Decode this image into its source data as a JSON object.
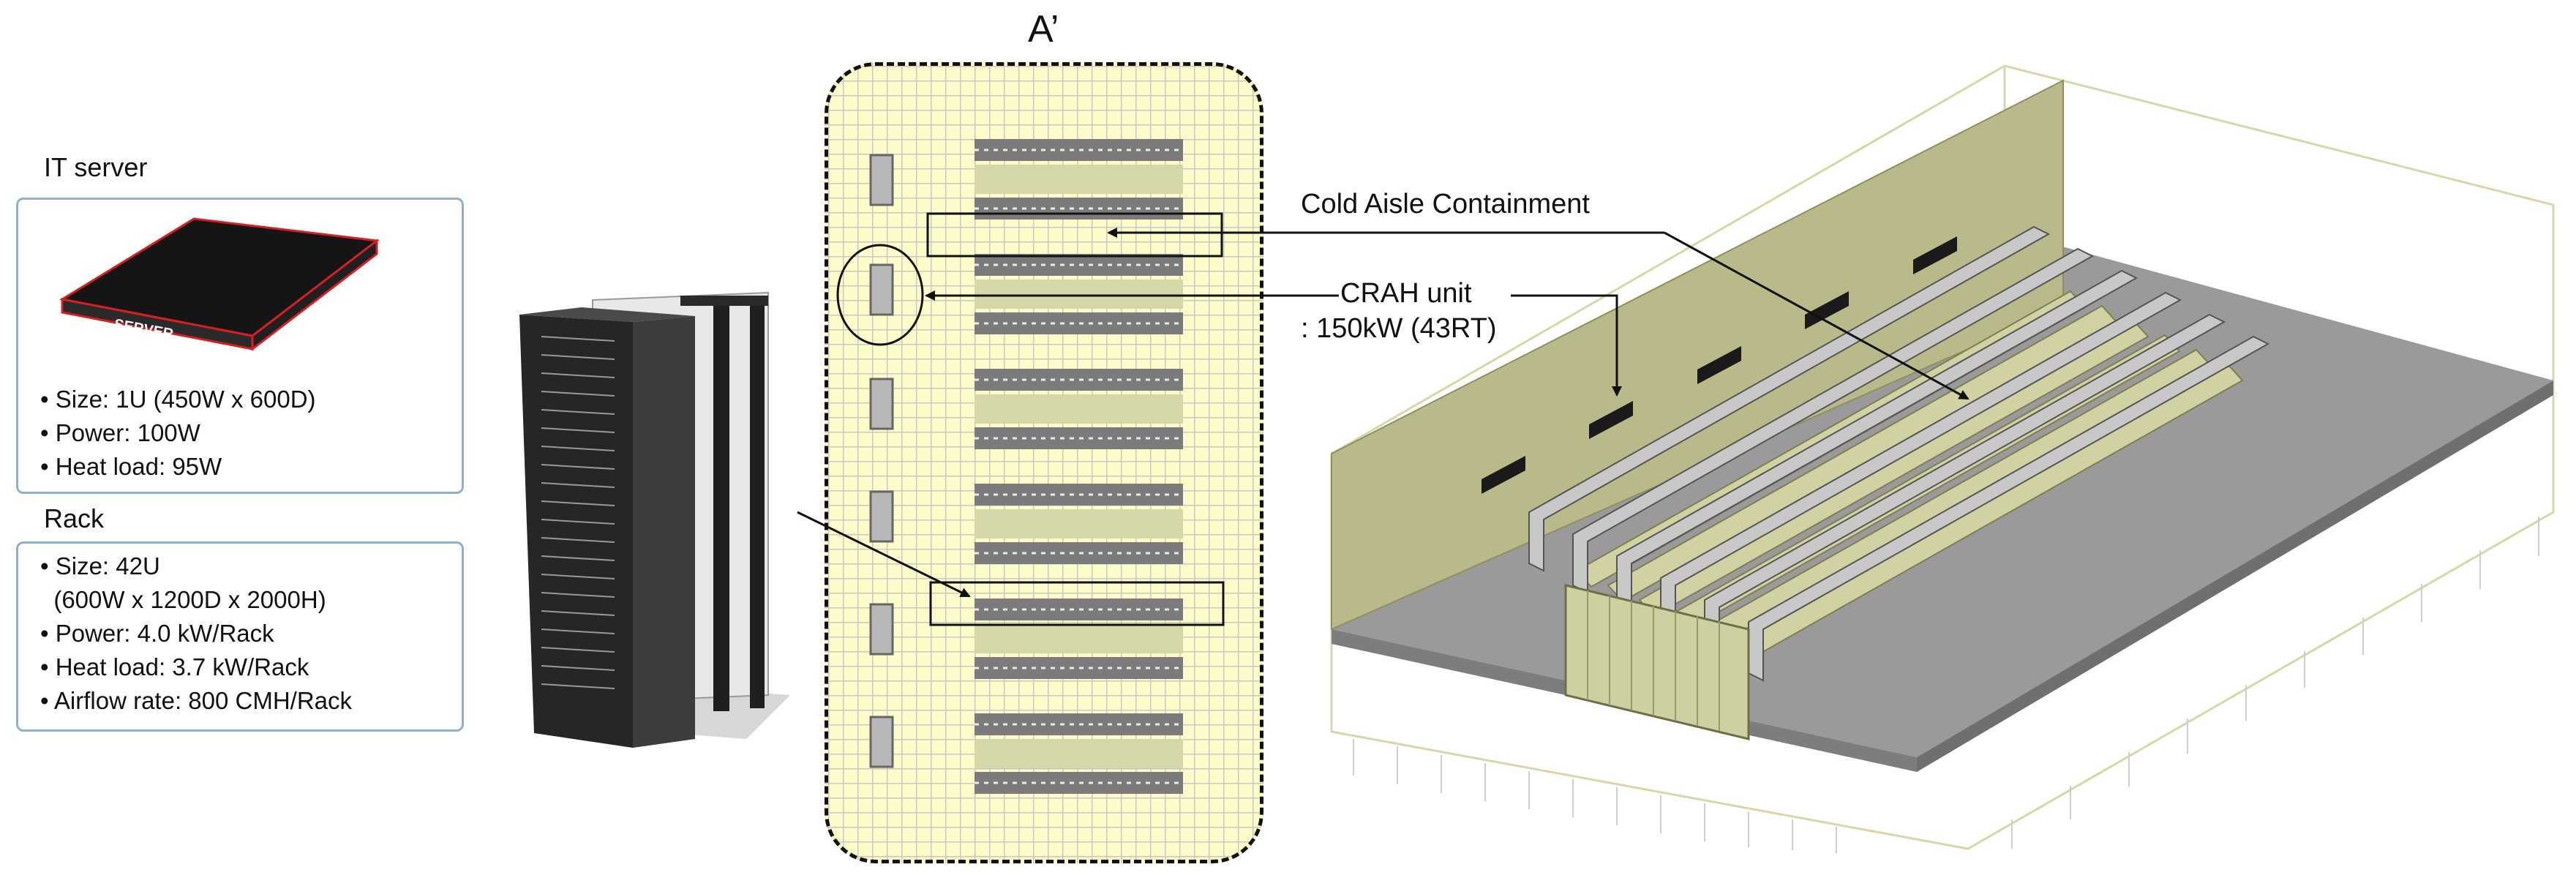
{
  "it_server": {
    "title": "IT server",
    "specs": [
      "• Size: 1U (450W x 600D)",
      "• Power: 100W",
      "• Heat load: 95W"
    ],
    "icon_label": "SERVER"
  },
  "rack": {
    "title": "Rack",
    "specs": [
      "• Size: 42U",
      "  (600W x 1200D x 2000H)",
      "• Power: 4.0 kW/Rack",
      "• Heat load: 3.7 kW/Rack",
      "• Airflow rate: 800 CMH/Rack"
    ]
  },
  "floor_plan": {
    "label": "A’"
  },
  "callouts": {
    "cold_aisle": "Cold Aisle Containment",
    "crah_title": "CRAH unit",
    "crah_spec": ": 150kW (43RT)"
  },
  "colors": {
    "box_border": "#8fb0cf",
    "wall_olive": "#b9b98a",
    "floor_gray": "#9a9a9a",
    "plan_yellow": "#fdfbc7"
  }
}
